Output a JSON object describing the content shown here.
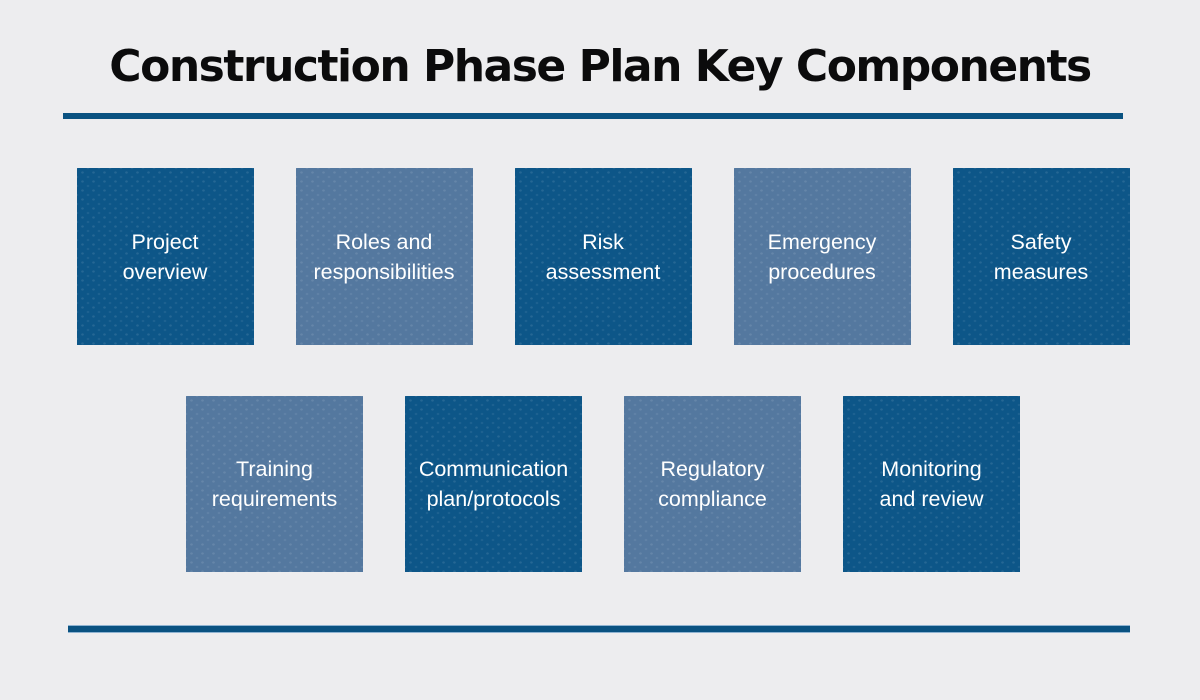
{
  "page": {
    "title": "Construction Phase Plan Key Components"
  },
  "colors": {
    "background": "#ededef",
    "title_text": "#0b0b0c",
    "rule": "#0a5281",
    "rule_edge": "#8fb3d1",
    "box_dark": "#0d5688",
    "box_light": "#54789f",
    "box_text": "#ffffff"
  },
  "rows": [
    {
      "boxes": [
        {
          "label": "Project\noverview",
          "variant": "dark"
        },
        {
          "label": "Roles and\nresponsibilities",
          "variant": "light"
        },
        {
          "label": "Risk\nassessment",
          "variant": "dark"
        },
        {
          "label": "Emergency\nprocedures",
          "variant": "light"
        },
        {
          "label": "Safety\nmeasures",
          "variant": "dark"
        }
      ]
    },
    {
      "boxes": [
        {
          "label": "Training\nrequirements",
          "variant": "light"
        },
        {
          "label": "Communication\nplan/protocols",
          "variant": "dark"
        },
        {
          "label": "Regulatory\ncompliance",
          "variant": "light"
        },
        {
          "label": "Monitoring\nand review",
          "variant": "dark"
        }
      ]
    }
  ]
}
